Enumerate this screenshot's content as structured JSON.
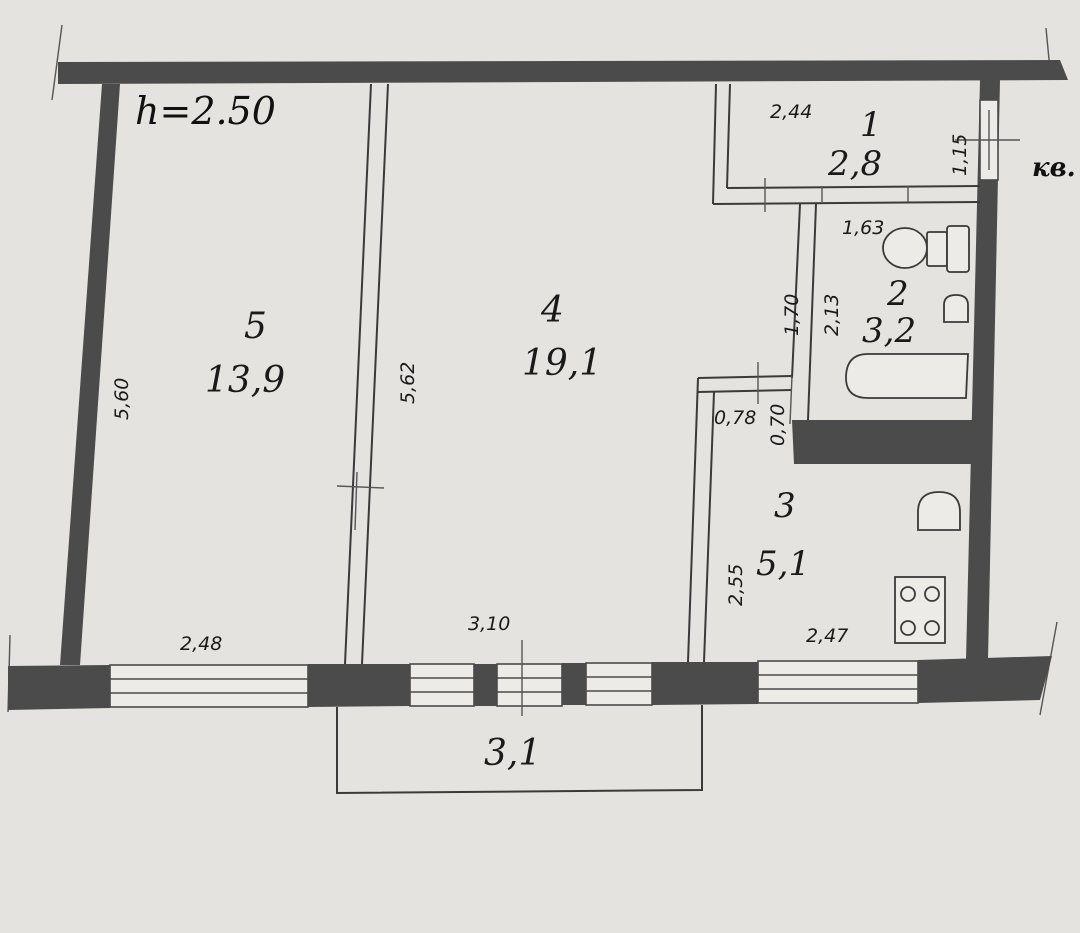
{
  "plan": {
    "ceiling_height": "h=2.50",
    "apartment_label": "кв.",
    "rooms": [
      {
        "id": "1",
        "area": "2,8"
      },
      {
        "id": "2",
        "area": "3,2"
      },
      {
        "id": "3",
        "area": "5,1"
      },
      {
        "id": "4",
        "area": "19,1"
      },
      {
        "id": "5",
        "area": "13,9"
      }
    ],
    "balcony_area": "3,1",
    "dimensions": {
      "room1_width": "2,44",
      "room1_depth": "1,15",
      "bath_width": "1,63",
      "bath_depth": "2,13",
      "corridor_length": "1,70",
      "room4_depth": "5,62",
      "room5_depth": "5,60",
      "niche_width": "0,78",
      "niche_depth": "0,70",
      "kitchen_depth": "2,55",
      "room5_width": "2,48",
      "room4_width": "3,10",
      "kitchen_width": "2,47"
    }
  }
}
